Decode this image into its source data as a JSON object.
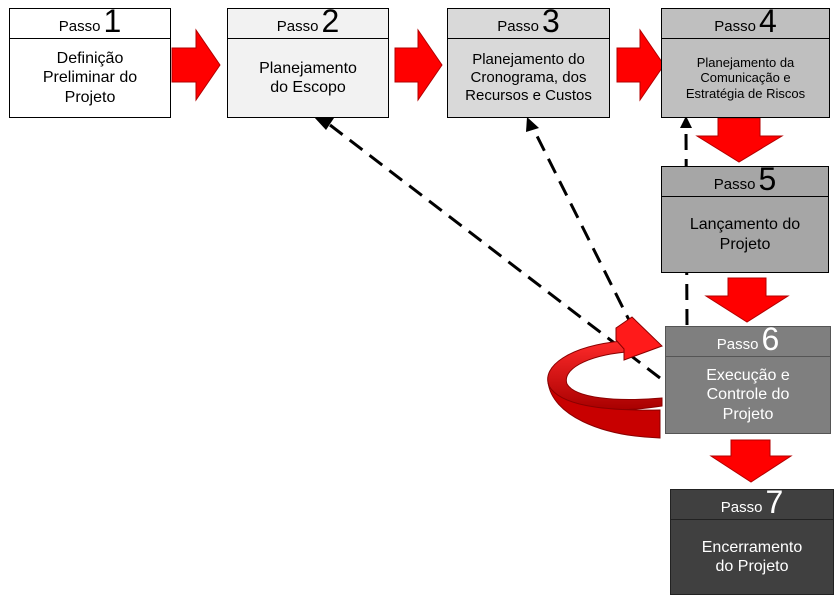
{
  "step_word": "Passo",
  "steps": [
    {
      "number": "1",
      "title": "Definição\nPreliminar do\nProjeto",
      "fill": "#ffffff",
      "header_fill": "#ffffff",
      "text_color": "#000000"
    },
    {
      "number": "2",
      "title": "Planejamento\ndo Escopo",
      "fill": "#f2f2f2",
      "header_fill": "#f2f2f2",
      "text_color": "#000000"
    },
    {
      "number": "3",
      "title": "Planejamento do\nCronograma, dos\nRecursos e Custos",
      "fill": "#d9d9d9",
      "header_fill": "#d9d9d9",
      "text_color": "#000000"
    },
    {
      "number": "4",
      "title": "Planejamento da\nComunicação e\nEstratégia de Riscos",
      "fill": "#bfbfbf",
      "header_fill": "#bfbfbf",
      "text_color": "#000000"
    },
    {
      "number": "5",
      "title": "Lançamento do\nProjeto",
      "fill": "#a6a6a6",
      "header_fill": "#a6a6a6",
      "text_color": "#000000"
    },
    {
      "number": "6",
      "title": "Execução e\nControle do\nProjeto",
      "fill": "#7f7f7f",
      "header_fill": "#7f7f7f",
      "text_color": "#ffffff"
    },
    {
      "number": "7",
      "title": "Encerramento\ndo Projeto",
      "fill": "#404040",
      "header_fill": "#404040",
      "text_color": "#ffffff"
    }
  ],
  "colors": {
    "arrow": "#ff0000",
    "arrow_dark": "#b30000",
    "dashed": "#000000"
  }
}
